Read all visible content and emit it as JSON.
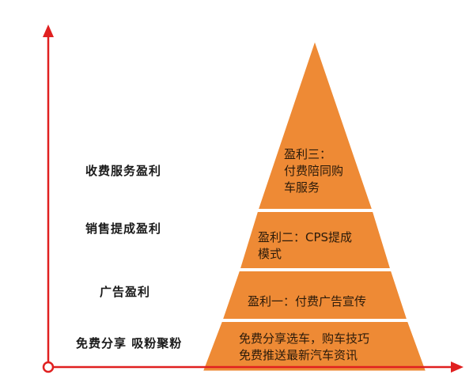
{
  "levels": [
    {
      "label": "收费服务盈利",
      "tier_text": "盈利三：\n付费陪同购\n车服务"
    },
    {
      "label": "销售提成盈利",
      "tier_text": "盈利二：CPS提成\n模式"
    },
    {
      "label": "广告盈利",
      "tier_text": "盈利一：付费广告宣传"
    },
    {
      "label": "免费分享 吸粉聚粉",
      "tier_text": "免费分享选车，购车技巧\n免费推送最新汽车资讯"
    }
  ],
  "colors": {
    "pyramid_fill": "#EE8A35",
    "pyramid_stroke": "#d9d9d9",
    "band_divider": "#ffffff",
    "axis": "#e02020"
  }
}
